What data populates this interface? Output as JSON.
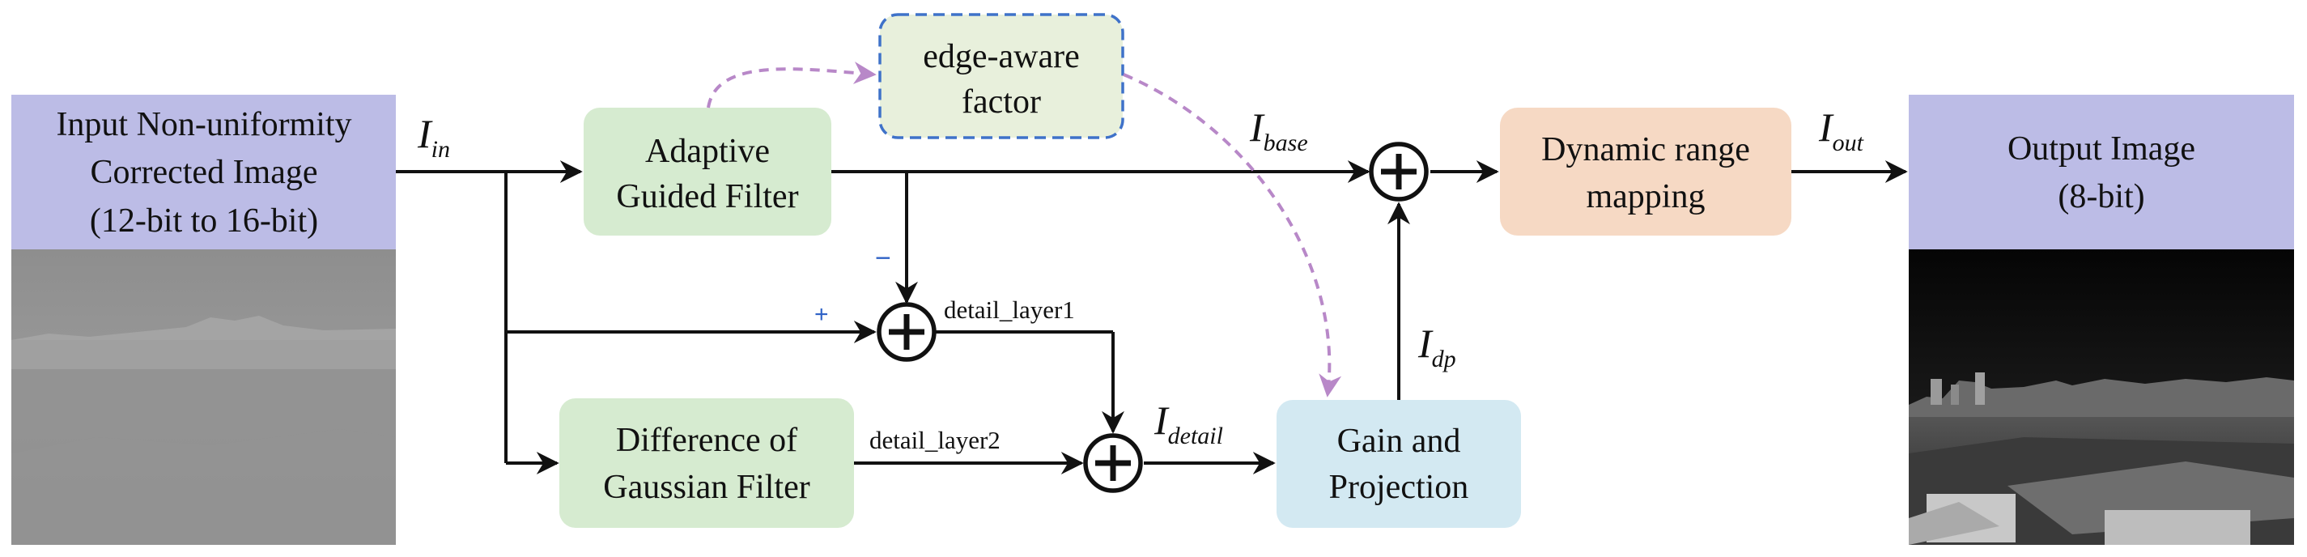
{
  "colors": {
    "input_box": "#bcbce6",
    "output_box": "#bcbce6",
    "filter_box": "#d6ebd0",
    "edge_box": "#e8f0dc",
    "edge_border": "#3f72c9",
    "mapping_box": "#f6d9c4",
    "gain_box": "#d3e9f2",
    "dashed_arrow": "#b888c8",
    "sign": "#2f62c6"
  },
  "input": {
    "lines": [
      "Input Non-uniformity",
      "Corrected Image",
      "(12-bit to 16-bit)"
    ],
    "image": "low-contrast-thermal-input"
  },
  "output": {
    "lines": [
      "Output Image",
      "(8-bit)"
    ],
    "image": "enhanced-thermal-output"
  },
  "blocks": {
    "guided_filter": [
      "Adaptive",
      "Guided Filter"
    ],
    "edge_factor": [
      "edge-aware",
      "factor"
    ],
    "dog_filter": [
      "Difference of",
      "Gaussian Filter"
    ],
    "gain_projection": [
      "Gain and",
      "Projection"
    ],
    "range_mapping": [
      "Dynamic range",
      "mapping"
    ]
  },
  "signals": {
    "in": {
      "main": "I",
      "sub": "in"
    },
    "base": {
      "main": "I",
      "sub": "base"
    },
    "out": {
      "main": "I",
      "sub": "out"
    },
    "detail": {
      "main": "I",
      "sub": "detail"
    },
    "dp": {
      "main": "I",
      "sub": "dp"
    },
    "detail_layer1": "detail_layer1",
    "detail_layer2": "detail_layer2"
  },
  "signs": {
    "plus": "+",
    "minus": "−"
  }
}
